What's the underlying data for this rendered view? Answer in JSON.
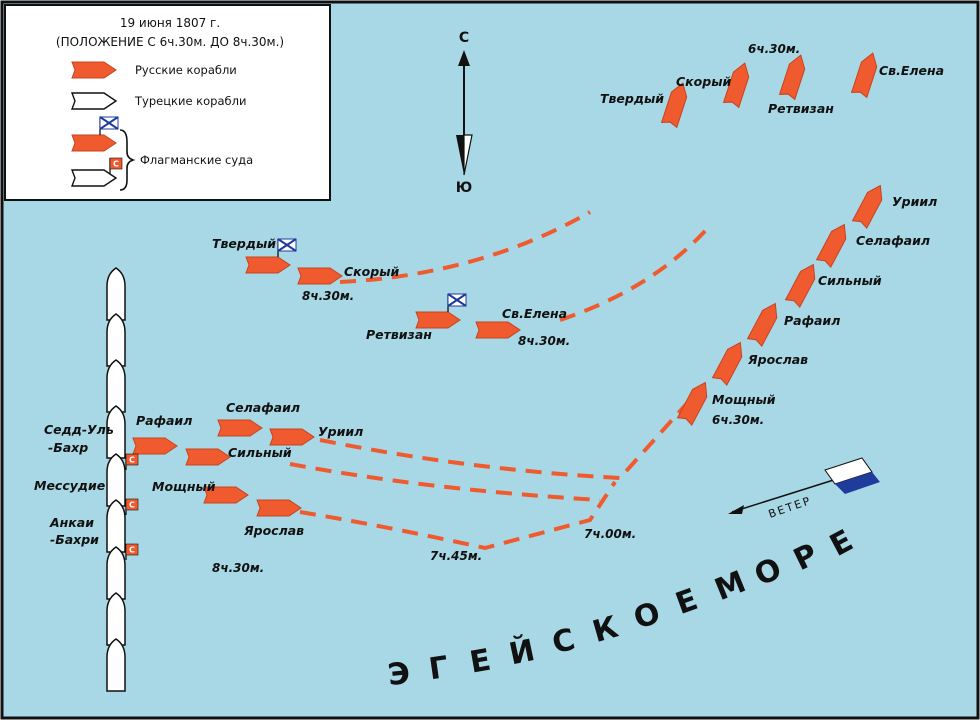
{
  "legend": {
    "date": "19 июня 1807 г.",
    "period": "(ПОЛОЖЕНИЕ С 6ч.30м. ДО 8ч.30м.)",
    "russian": "Русские корабли",
    "turkish": "Турецкие корабли",
    "flagships": "Флагманские суда"
  },
  "compass": {
    "north": "С",
    "south": "Ю"
  },
  "wind": {
    "label": "ВЕТЕР"
  },
  "sea": {
    "letters": [
      "Э",
      "Г",
      "Е",
      "Й",
      "С",
      "К",
      "О",
      "Е",
      " ",
      "М",
      "О",
      "Р",
      "Е"
    ]
  },
  "colors": {
    "water": "#a8d8e5",
    "russian": "#ef5a2e",
    "turkish": "#ffffff",
    "wind_blue": "#1f3c9c",
    "border": "#111111"
  },
  "labels": {
    "tverdy1": "Твердый",
    "skory1": "Скорый",
    "t630a": "6ч.30м.",
    "retvizan1": "Ретвизан",
    "svelena1": "Св.Елена",
    "uriil1": "Уриил",
    "selafail1": "Селафаил",
    "silny1": "Сильный",
    "rafail1": "Рафаил",
    "yaroslav1": "Ярослав",
    "moshchny1": "Мощный",
    "t630b": "6ч.30м.",
    "tverdy2": "Твердый",
    "skory2": "Скорый",
    "t830a": "8ч.30м.",
    "retvizan2": "Ретвизан",
    "svelena2": "Св.Елена",
    "t830b": "8ч.30м.",
    "selafail2": "Селафаил",
    "rafail2": "Рафаил",
    "uriil2": "Уриил",
    "silny2": "Сильный",
    "moshchny2": "Мощный",
    "yaroslav2": "Ярослав",
    "t830c": "8ч.30м.",
    "t700": "7ч.00м.",
    "t745": "7ч.45м.",
    "seddul1": "Седд-Уль",
    "seddul2": "-Бахр",
    "messudie": "Мессудие",
    "ankai1": "Анкаи",
    "ankai2": "-Бахри"
  }
}
